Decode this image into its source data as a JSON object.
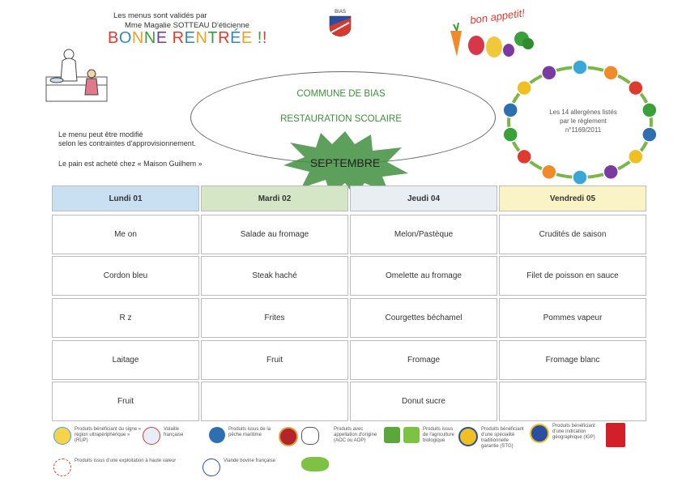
{
  "header": {
    "validated_line1": "Les menus sont validés par",
    "validated_line2": "Mme Magalie SOTTEAU D'éticienne",
    "greeting_letters": [
      "B",
      "O",
      "N",
      "N",
      "E",
      " ",
      "R",
      "E",
      "N",
      "T",
      "R",
      "É",
      "E",
      " ",
      "!",
      "!"
    ],
    "greeting_colors": [
      "#e03a2f",
      "#2e8bc0",
      "#f0a020",
      "#3aa03a",
      "#7a3aa0",
      "#ffffff",
      "#e03a2f",
      "#2e8bc0",
      "#f0a020",
      "#3aa03a",
      "#e03a2f",
      "#2e8bc0",
      "#f0a020",
      "#ffffff",
      "#3aa03a",
      "#e03a2f"
    ],
    "bias_logo_text": "BIAS",
    "bon_appetit": "bon appetit!"
  },
  "notes": {
    "line1": "Le menu peut être modifié",
    "line2": "selon les contraintes d'approvisionnement.",
    "line3": "Le pain est acheté chez « Maison Guilhem »"
  },
  "title": {
    "commune": "COMMUNE DE BIAS",
    "service": "RESTAURATION SCOLAIRE",
    "month": "SEPTEMBRE"
  },
  "allergens": {
    "title_line1": "Les 14 allergènes listés",
    "title_line2": "par le règlement n°1169/2011"
  },
  "menu": {
    "days": [
      {
        "label": "Lundi 01",
        "color": "#c9dff2",
        "dishes": [
          "Me on",
          "Cordon bleu",
          "R z",
          "Laitage",
          "Fruit"
        ]
      },
      {
        "label": "Mardi 02",
        "color": "#d5e6c7",
        "dishes": [
          "Salade au fromage",
          "Steak haché",
          "Frites",
          "Fruit",
          ""
        ]
      },
      {
        "label": "Jeudi 04",
        "color": "#e9eef3",
        "dishes": [
          "Melon/Pastèque",
          "Omelette au fromage",
          "Courgettes béchamel",
          "Fromage",
          "Donut sucre"
        ]
      },
      {
        "label": "Vendredi 05",
        "color": "#faf3c6",
        "dishes": [
          "Crudités de saison",
          "Filet de poisson en sauce",
          "Pommes vapeur",
          "Fromage blanc",
          ""
        ]
      }
    ]
  },
  "legend": {
    "rup": "Produits bénéficiant du signe « région ultrapériphérique » (RUP)",
    "volaille": "Volaille française",
    "peche": "Produits issus de la pêche maritime",
    "aoc": "Produits avec appellation d'origine (AOC ou AOP)",
    "bio": "Produits issus de l'agriculture biologique",
    "stg": "Produits bénéficiant d'une spécialité traditionnelle garantie (STG)",
    "igp": "Produits bénéficiant d'une indication géographique (IGP)",
    "hve": "Produits issus d'une exploitation à haute valeur",
    "viande": "Viande bovine française"
  }
}
